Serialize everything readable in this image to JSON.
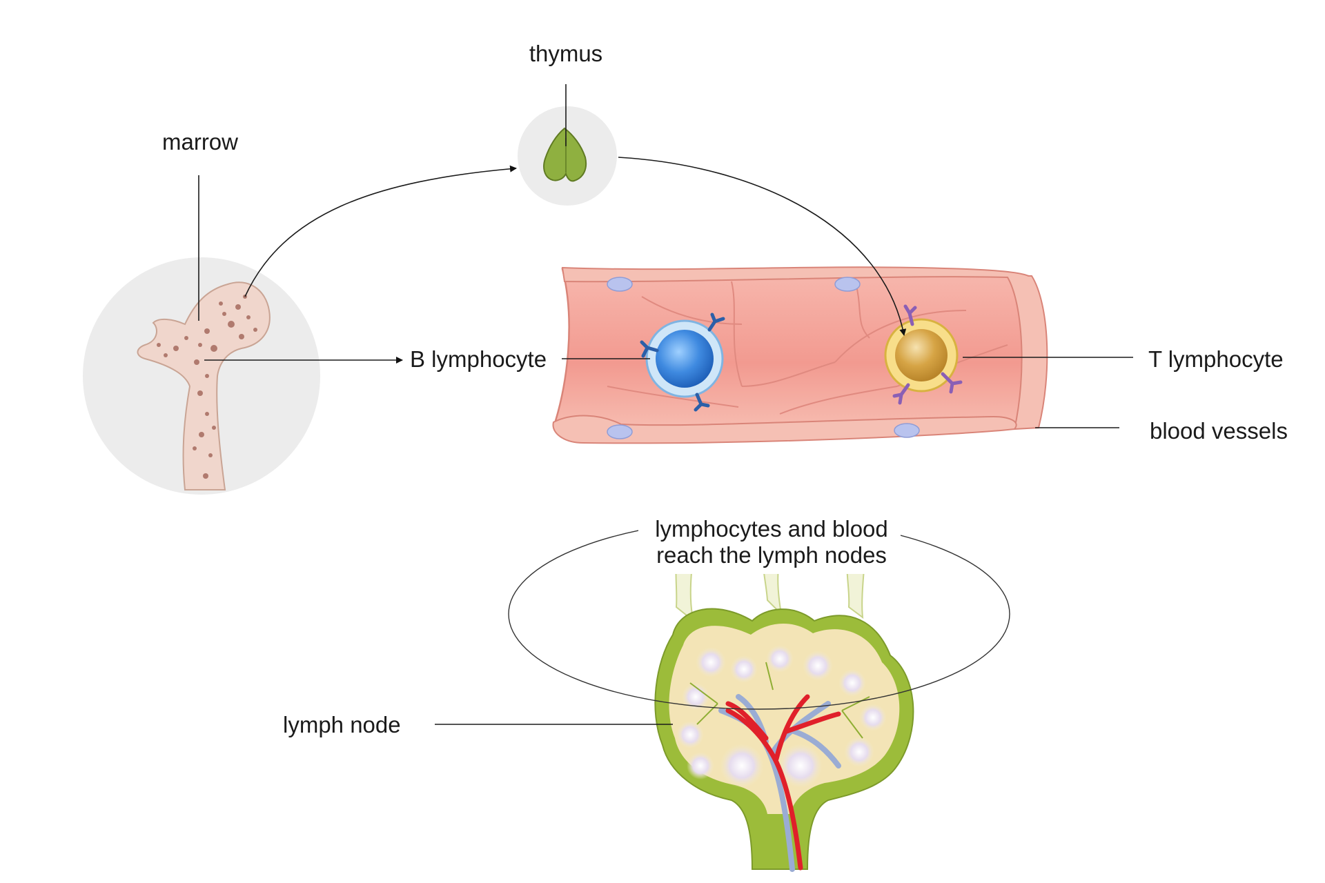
{
  "labels": {
    "thymus": "thymus",
    "marrow": "marrow",
    "b_lymphocyte": "B lymphocyte",
    "t_lymphocyte": "T lymphocyte",
    "blood_vessels": "blood vessels",
    "lymph_reach_line1": "lymphocytes and blood",
    "lymph_reach_line2": "reach the lymph nodes",
    "lymph_node": "lymph node"
  },
  "colors": {
    "bone": "#f0d6cc",
    "bone_spots": "#b07a6e",
    "vessel": "#f4a8a0",
    "vessel_inner": "#f5b9b0",
    "b_cell": "#2e78d0",
    "t_cell": "#d8a83a",
    "thymus": "#8fb040",
    "lymph_capsule": "#9cbc3a",
    "artery": "#e0202a",
    "vein": "#9aacd4"
  }
}
